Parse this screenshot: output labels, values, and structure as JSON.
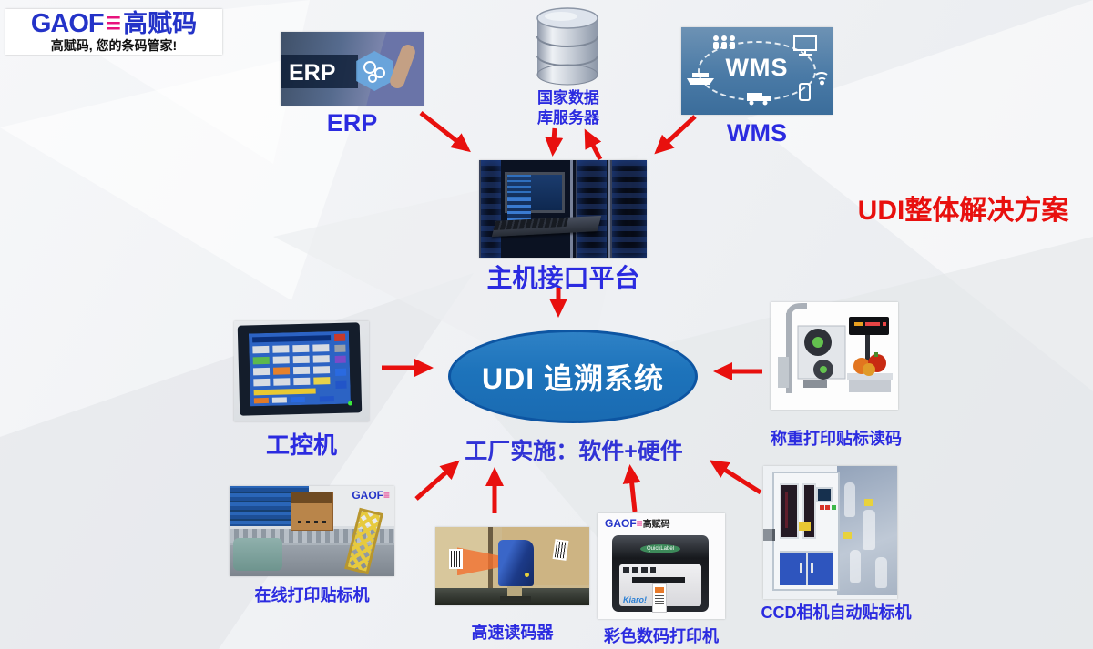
{
  "logo": {
    "latin": "GAOF",
    "e_bars": "≡",
    "cn": "高赋码",
    "tagline": "高赋码, 您的条码管家!"
  },
  "headline": {
    "text": "UDI整体解决方案"
  },
  "center": {
    "label": "UDI 追溯系统"
  },
  "subtitle": {
    "text": "工厂实施：软件+硬件"
  },
  "nodes": {
    "erp": {
      "label": "ERP",
      "image_text": "ERP"
    },
    "database": {
      "label_line1": "国家数据",
      "label_line2": "库服务器"
    },
    "wms": {
      "label": "WMS",
      "image_text": "WMS"
    },
    "host": {
      "label": "主机接口平台"
    },
    "ipc": {
      "label": "工控机"
    },
    "weigh_labeler": {
      "label": "称重打印贴标读码"
    },
    "online_labeler": {
      "label": "在线打印贴标机",
      "wm_latin": "GAOF",
      "wm_bars": "≡"
    },
    "reader": {
      "label": "高速读码器"
    },
    "printer": {
      "label": "彩色数码打印机",
      "wm_latin": "GAOF",
      "wm_bars": "≡",
      "wm_cn": "高赋码",
      "brand_top": "QuickLabel",
      "brand": "Kiaro!"
    },
    "ccd": {
      "label": "CCD相机自动贴标机"
    }
  },
  "colors": {
    "label_blue": "#2b2be0",
    "arrow_red": "#e8100e",
    "ellipse_fill": "#1d73bb",
    "ellipse_border": "#0d55a2",
    "logo_blue": "#2433c8",
    "logo_magenta": "#e8137d"
  }
}
